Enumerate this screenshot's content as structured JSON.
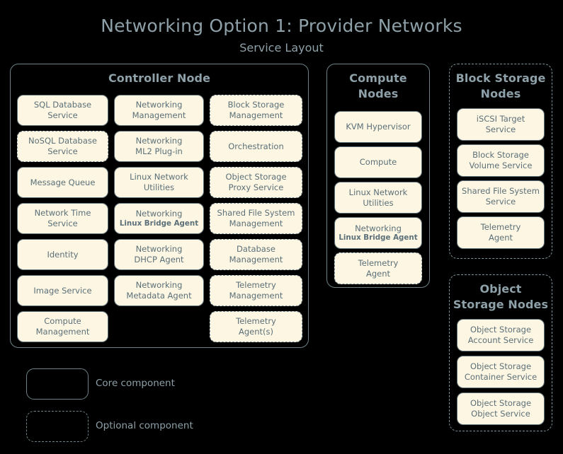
{
  "header": {
    "title": "Networking Option 1: Provider Networks",
    "subtitle": "Service Layout"
  },
  "groups": [
    {
      "id": "controller",
      "title": "Controller Node",
      "optional": false,
      "columns": [
        [
          {
            "line1": "SQL Database",
            "line2": "Service",
            "optional": false
          },
          {
            "line1": "NoSQL Database",
            "line2": "Service",
            "optional": true
          },
          {
            "line1": "Message Queue",
            "line2": "",
            "optional": false
          },
          {
            "line1": "Network Time",
            "line2": "Service",
            "optional": false
          },
          {
            "line1": "Identity",
            "line2": "",
            "optional": false
          },
          {
            "line1": "Image Service",
            "line2": "",
            "optional": false
          },
          {
            "line1": "Compute",
            "line2": "Management",
            "optional": false
          }
        ],
        [
          {
            "line1": "Networking",
            "line2": "Management",
            "optional": false
          },
          {
            "line1": "Networking",
            "line2": "ML2 Plug-in",
            "optional": false
          },
          {
            "line1": "Linux Network",
            "line2": "Utilities",
            "optional": false
          },
          {
            "line1": "Networking",
            "line2": "Linux Bridge Agent",
            "optional": false,
            "small2": true
          },
          {
            "line1": "Networking",
            "line2": "DHCP Agent",
            "optional": false
          },
          {
            "line1": "Networking",
            "line2": "Metadata Agent",
            "optional": false
          }
        ],
        [
          {
            "line1": "Block Storage",
            "line2": "Management",
            "optional": true
          },
          {
            "line1": "Orchestration",
            "line2": "",
            "optional": true
          },
          {
            "line1": "Object Storage",
            "line2": "Proxy Service",
            "optional": true
          },
          {
            "line1": "Shared File System",
            "line2": "Management",
            "optional": true
          },
          {
            "line1": "Database",
            "line2": "Management",
            "optional": true
          },
          {
            "line1": "Telemetry",
            "line2": "Management",
            "optional": true
          },
          {
            "line1": "Telemetry",
            "line2": "Agent(s)",
            "optional": true
          }
        ]
      ]
    },
    {
      "id": "compute",
      "title": "Compute\nNodes",
      "title_line1": "Compute",
      "title_line2": "Nodes",
      "optional": false,
      "columns": [
        [
          {
            "line1": "KVM Hypervisor",
            "line2": "",
            "optional": false
          },
          {
            "line1": "Compute",
            "line2": "",
            "optional": false
          },
          {
            "line1": "Linux Network",
            "line2": "Utilities",
            "optional": false
          },
          {
            "line1": "Networking",
            "line2": "Linux Bridge Agent",
            "optional": false,
            "small2": true
          },
          {
            "line1": "Telemetry",
            "line2": "Agent",
            "optional": true
          }
        ]
      ]
    },
    {
      "id": "block-storage",
      "title_line1": "Block Storage",
      "title_line2": "Nodes",
      "optional": true,
      "columns": [
        [
          {
            "line1": "iSCSI Target",
            "line2": "Service",
            "optional": false
          },
          {
            "line1": "Block Storage",
            "line2": "Volume Service",
            "optional": false
          },
          {
            "line1": "Shared File System",
            "line2": "Service",
            "optional": false
          },
          {
            "line1": "Telemetry",
            "line2": "Agent",
            "optional": false
          }
        ]
      ]
    },
    {
      "id": "object-storage",
      "title_line1": "Object",
      "title_line2": "Storage Nodes",
      "optional": true,
      "columns": [
        [
          {
            "line1": "Object Storage",
            "line2": "Account Service",
            "optional": false
          },
          {
            "line1": "Object Storage",
            "line2": "Container Service",
            "optional": false
          },
          {
            "line1": "Object Storage",
            "line2": "Object Service",
            "optional": false
          }
        ]
      ]
    }
  ],
  "legend": {
    "core_label": "Core component",
    "optional_label": "Optional component"
  },
  "colors": {
    "background": "#000000",
    "box_fill": "#fdf6e3",
    "box_border": "#5f7178",
    "text": "#5b7078",
    "heading_text": "#8ea0a8",
    "optional_border": "#7d9199"
  }
}
